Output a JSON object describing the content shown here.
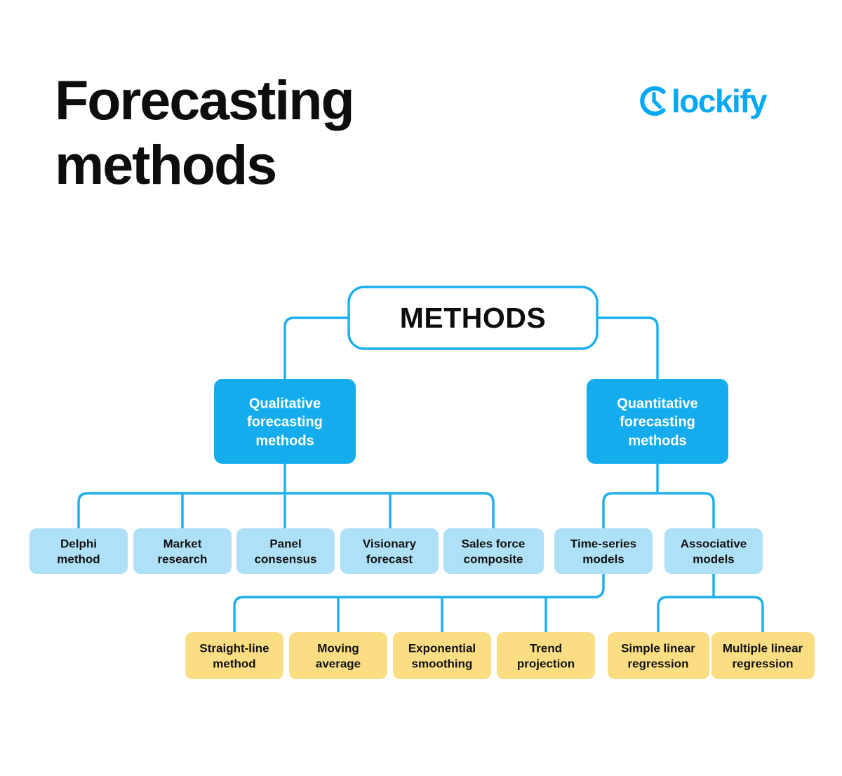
{
  "header": {
    "title": "Forecasting\nmethods",
    "brand": {
      "name": "Clockify",
      "word": "lockify",
      "mark_icon": "clock-c-icon",
      "color": "#03A9F4"
    }
  },
  "colors": {
    "accent_blue": "#18ABEF",
    "node_blue_fill": "#14ACED",
    "node_lightblue_fill": "#AEE0F7",
    "node_yellow_fill": "#FBDE84",
    "connector": "#1BAEF0",
    "text_dark": "#0d0d0d",
    "text_light": "#ffffff",
    "background": "#ffffff"
  },
  "chart_data": {
    "type": "diagram",
    "title": "Forecasting methods",
    "root": {
      "id": "methods",
      "label": "METHODS",
      "level": 0,
      "style": "outline"
    },
    "levels": [
      {
        "level": 1,
        "style": "solid-blue",
        "nodes": [
          {
            "id": "qualitative",
            "label": "Qualitative\nforecasting\nmethods",
            "parent": "methods"
          },
          {
            "id": "quantitative",
            "label": "Quantitative\nforecasting\nmethods",
            "parent": "methods"
          }
        ]
      },
      {
        "level": 2,
        "style": "light-blue",
        "nodes": [
          {
            "id": "delphi",
            "label": "Delphi\nmethod",
            "parent": "qualitative"
          },
          {
            "id": "market-research",
            "label": "Market\nresearch",
            "parent": "qualitative"
          },
          {
            "id": "panel-consensus",
            "label": "Panel\nconsensus",
            "parent": "qualitative"
          },
          {
            "id": "visionary-forecast",
            "label": "Visionary\nforecast",
            "parent": "qualitative"
          },
          {
            "id": "sales-force-composite",
            "label": "Sales force\ncomposite",
            "parent": "qualitative"
          },
          {
            "id": "time-series-models",
            "label": "Time-series\nmodels",
            "parent": "quantitative"
          },
          {
            "id": "associative-models",
            "label": "Associative\nmodels",
            "parent": "quantitative"
          }
        ]
      },
      {
        "level": 3,
        "style": "yellow",
        "nodes": [
          {
            "id": "straight-line-method",
            "label": "Straight-line\nmethod",
            "parent": "time-series-models"
          },
          {
            "id": "moving-average",
            "label": "Moving\naverage",
            "parent": "time-series-models"
          },
          {
            "id": "exponential-smoothing",
            "label": "Exponential\nsmoothing",
            "parent": "time-series-models"
          },
          {
            "id": "trend-projection",
            "label": "Trend\nprojection",
            "parent": "time-series-models"
          },
          {
            "id": "simple-linear-regression",
            "label": "Simple linear\nregression",
            "parent": "associative-models"
          },
          {
            "id": "multiple-linear-regression",
            "label": "Multiple linear\nregression",
            "parent": "associative-models"
          }
        ]
      }
    ]
  },
  "nodes": {
    "root": {
      "label": "METHODS"
    },
    "level1": [
      {
        "line1": "Qualitative",
        "line2": "forecasting",
        "line3": "methods"
      },
      {
        "line1": "Quantitative",
        "line2": "forecasting",
        "line3": "methods"
      }
    ],
    "level2": [
      {
        "line1": "Delphi",
        "line2": "method"
      },
      {
        "line1": "Market",
        "line2": "research"
      },
      {
        "line1": "Panel",
        "line2": "consensus"
      },
      {
        "line1": "Visionary",
        "line2": "forecast"
      },
      {
        "line1": "Sales force",
        "line2": "composite"
      },
      {
        "line1": "Time-series",
        "line2": "models"
      },
      {
        "line1": "Associative",
        "line2": "models"
      }
    ],
    "level3": [
      {
        "line1": "Straight-line",
        "line2": "method"
      },
      {
        "line1": "Moving",
        "line2": "average"
      },
      {
        "line1": "Exponential",
        "line2": "smoothing"
      },
      {
        "line1": "Trend",
        "line2": "projection"
      },
      {
        "line1": "Simple linear",
        "line2": "regression"
      },
      {
        "line1": "Multiple linear",
        "line2": "regression"
      }
    ]
  }
}
